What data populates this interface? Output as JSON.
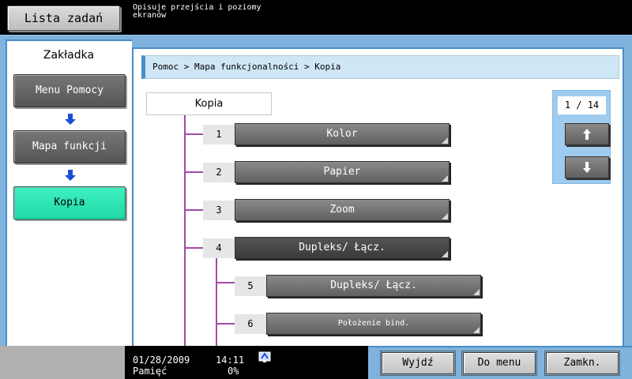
{
  "topbar": {
    "jobs_button": "Lista zadań",
    "message": "Opisuje przejścia i poziomy\nekranów"
  },
  "nav": {
    "title": "Zakładka",
    "items": [
      {
        "label": "Menu Pomocy",
        "active": false
      },
      {
        "label": "Mapa funkcji",
        "active": false
      },
      {
        "label": "Kopia",
        "active": true
      }
    ]
  },
  "content": {
    "breadcrumb": "Pomoc > Mapa funkcjonalności > Kopia",
    "root_label": "Kopia",
    "items": [
      {
        "number": "1",
        "label": "Kolor"
      },
      {
        "number": "2",
        "label": "Papier"
      },
      {
        "number": "3",
        "label": "Zoom"
      },
      {
        "number": "4",
        "label": "Dupleks/ Łącz."
      },
      {
        "number": "5",
        "label": "Dupleks/ Łącz."
      },
      {
        "number": "6",
        "label": "Położenie bind."
      }
    ],
    "pager": {
      "indicator": "1 / 14",
      "up_icon": "arrow-up-icon",
      "down_icon": "arrow-down-icon"
    }
  },
  "status": {
    "date": "01/28/2009",
    "time": "14:11",
    "memory_label": "Pamięć",
    "memory_value": "0%",
    "icon": "network-status-icon"
  },
  "actions": {
    "exit": "Wyjdź",
    "to_menu": "Do menu",
    "close": "Zamkn."
  },
  "colors": {
    "frame": "#7fb3dd",
    "active_tab": "#2ee6b2",
    "tree_line": "#a44aa8",
    "nav_arrow": "#1a4dd8"
  }
}
